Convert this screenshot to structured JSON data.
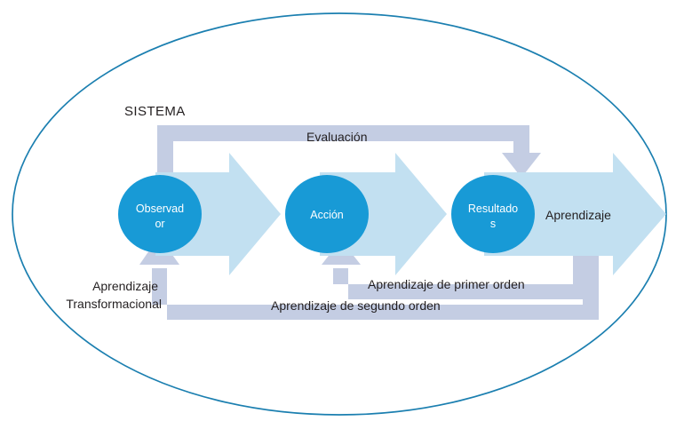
{
  "diagram": {
    "title": "SISTEMA",
    "boundary": {
      "name": "system-boundary-ellipse",
      "shape": "ellipse",
      "stroke": "#1b7fb0",
      "fill": "none"
    },
    "colors": {
      "node_fill": "#189ad6",
      "node_text": "#ffffff",
      "flow_arrow": "#c2e0f1",
      "loop_bar": "#c4cde3",
      "boundary_stroke": "#1b7fb0",
      "label_text": "#231f20",
      "background": "#ffffff"
    },
    "nodes": [
      {
        "id": "observador",
        "label": "Observad\nor",
        "line1": "Observad",
        "line2": "or"
      },
      {
        "id": "accion",
        "label": "Acción",
        "line1": "Acción",
        "line2": ""
      },
      {
        "id": "resultados",
        "label": "Resultado\ns",
        "line1": "Resultado",
        "line2": "s"
      }
    ],
    "flows": [
      {
        "id": "flow-observador-accion",
        "label": "",
        "direction": "right"
      },
      {
        "id": "flow-accion-resultados",
        "label": "",
        "direction": "right"
      },
      {
        "id": "flow-resultados-aprendizaje",
        "label": "Aprendizaje",
        "direction": "right"
      }
    ],
    "loops": [
      {
        "id": "loop-evaluacion",
        "label": "Evaluación",
        "from": "observador",
        "to": "resultados",
        "position": "top"
      },
      {
        "id": "loop-primer-orden",
        "label": "Aprendizaje de primer orden",
        "from": "aprendizaje",
        "to": "accion",
        "position": "bottom-inner"
      },
      {
        "id": "loop-segundo-orden",
        "label": "Aprendizaje de segundo orden",
        "from": "aprendizaje",
        "to": "observador",
        "position": "bottom-outer"
      }
    ],
    "annotations": [
      {
        "id": "aprendizaje-transformacional",
        "line1": "Aprendizaje",
        "line2": "Transformacional"
      }
    ]
  }
}
